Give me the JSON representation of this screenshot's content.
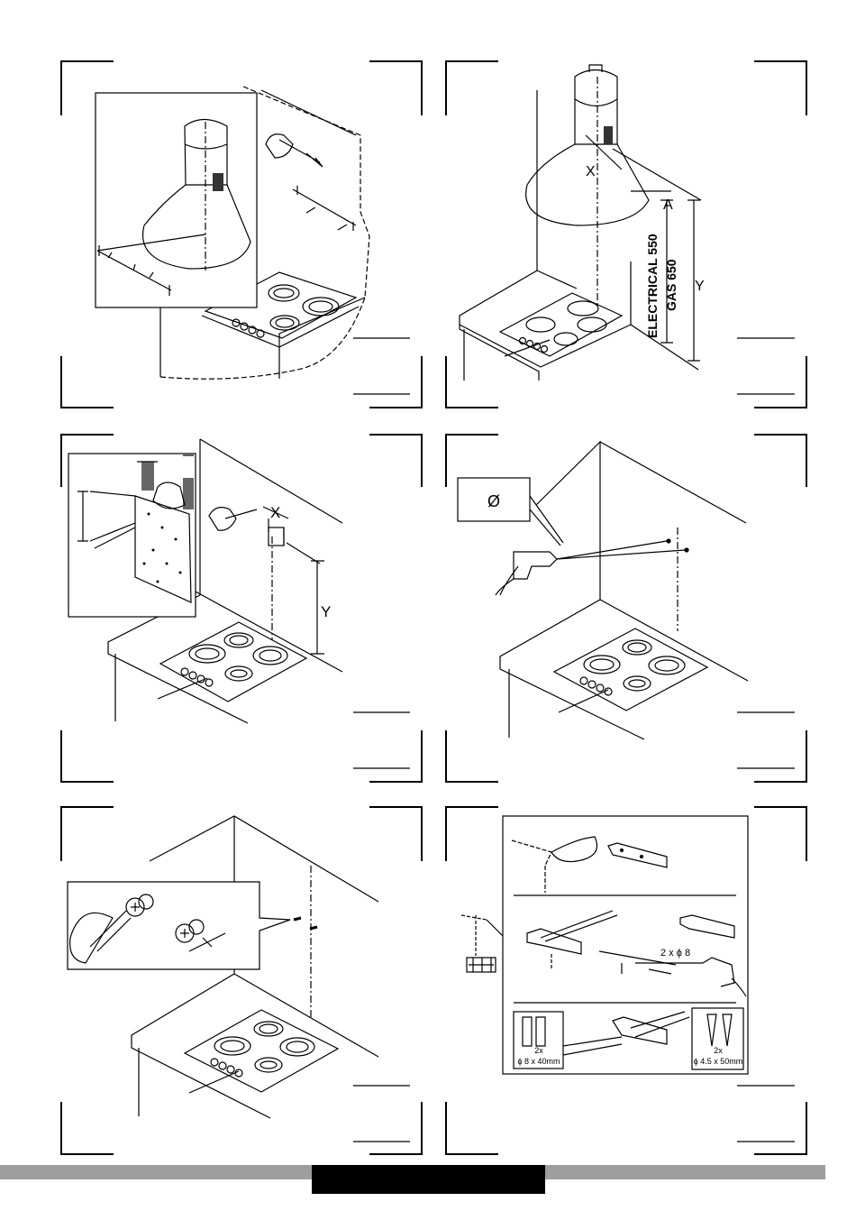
{
  "panel2": {
    "label_x": "X",
    "label_a": "A",
    "label_y": "Y",
    "label_electrical": "ELECTRICAL 550",
    "label_gas": "GAS 650"
  },
  "panel3": {
    "label_x": "X",
    "label_y": "Y"
  },
  "panel4": {
    "label_diameter": "Ø"
  },
  "panel6": {
    "label_drill": "2 x ϕ 8",
    "plugs_qty": "2x",
    "plugs_size": "ϕ 8 x 40mm",
    "screws_qty": "2x",
    "screws_size": "ϕ 4.5 x 50mm"
  },
  "colors": {
    "line": "#000000",
    "footer_bar": "#9e9e9e",
    "footer_block": "#000000"
  }
}
